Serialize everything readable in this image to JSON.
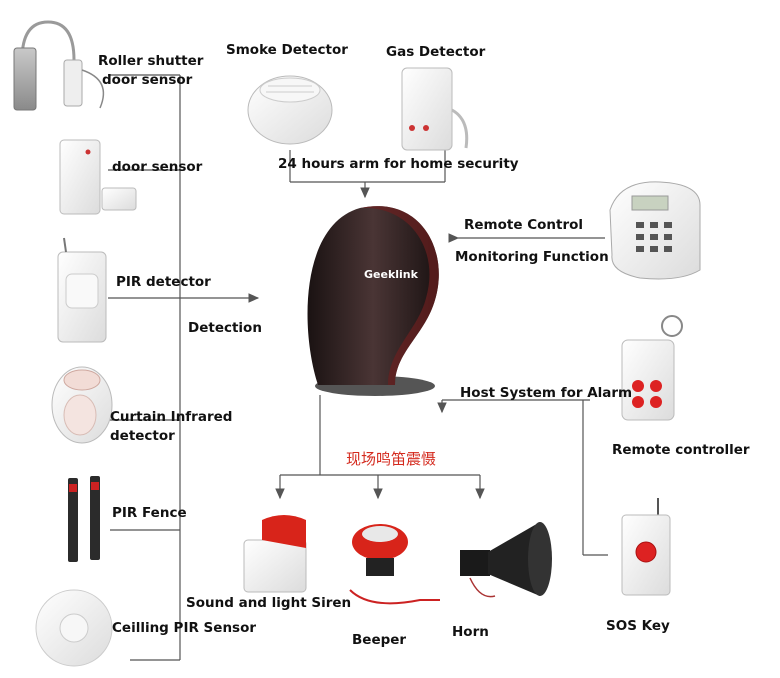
{
  "labels": {
    "roller_shutter_line1": "Roller shutter",
    "roller_shutter_line2": "door sensor",
    "door_sensor": "door sensor",
    "pir_detector": "PIR detector",
    "detection": "Detection",
    "curtain_line1": "Curtain Infrared",
    "curtain_line2": "detector",
    "pir_fence": "PIR Fence",
    "ceiling_pir": "Ceilling PIR Sensor",
    "smoke_detector": "Smoke Detector",
    "gas_detector": "Gas Detector",
    "arm_24h": "24 hours arm for home security",
    "remote_control": "Remote Control",
    "monitoring": "Monitoring Function",
    "hub_brand": "Geeklink",
    "host_system": "Host System for Alarm",
    "remote_controller": "Remote controller",
    "sos_key": "SOS Key",
    "chinese_title": "现场鸣笛震慑",
    "siren": "Sound and light Siren",
    "beeper": "Beeper",
    "horn": "Horn"
  },
  "colors": {
    "line": "#555555",
    "accent_red": "#d42a1e",
    "hub_dark": "#3a2a2a",
    "device_white": "#f2f2f2"
  }
}
